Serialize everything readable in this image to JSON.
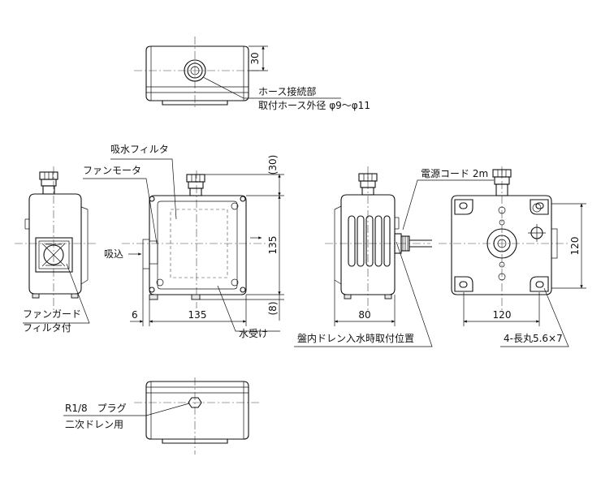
{
  "labels": {
    "hose_connection": "ホース接続部",
    "hose_outer_diameter": "取付ホース外径 φ9～φ11",
    "water_absorbing_filter": "吸水フィルタ",
    "fan_motor": "ファンモータ",
    "intake": "吸込",
    "fan_guard": "ファンガード",
    "with_filter": "フィルタ付",
    "water_receiver": "水受け",
    "power_cord": "電源コード 2m",
    "panel_drain_position": "盤内ドレン入水時取付位置",
    "slot_holes": "4-長丸5.6×7",
    "plug": "R1/8　プラグ",
    "secondary_drain": "二次ドレン用"
  },
  "dimensions": {
    "top_height": "30",
    "front_top_ref": "(30)",
    "front_height": "135",
    "front_bottom_ref": "(8)",
    "front_offset": "6",
    "front_width": "135",
    "side_depth": "80",
    "rear_width": "120",
    "rear_height": "120"
  }
}
